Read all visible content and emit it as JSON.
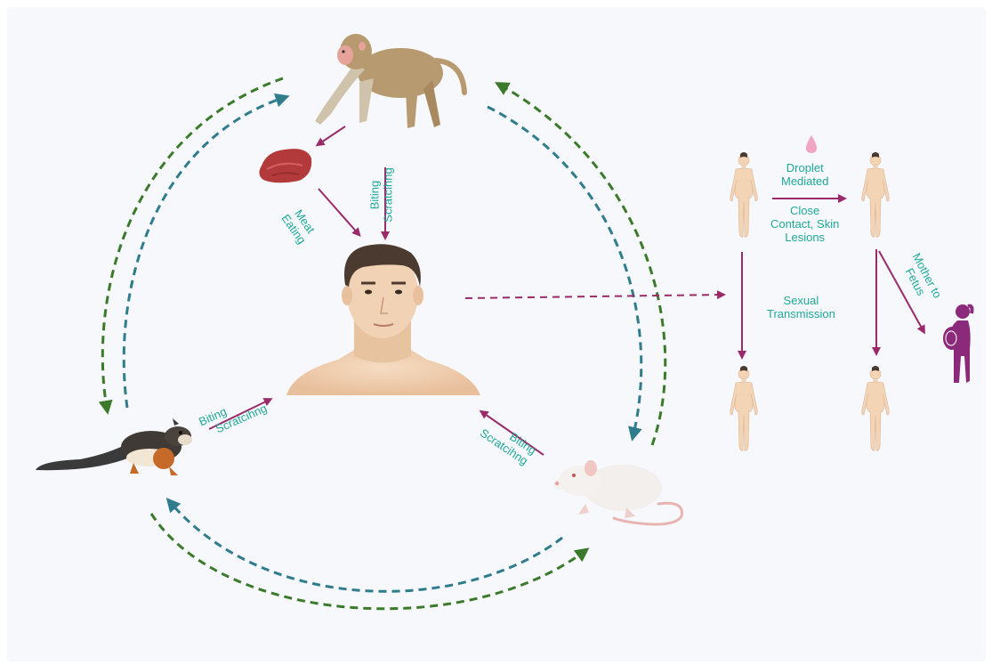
{
  "labels": {
    "monkey_meat": [
      "Meat",
      "Eating"
    ],
    "monkey_bite": [
      "Biting",
      "Scratcihng"
    ],
    "squirrel_bite": [
      "Biting",
      "Scratcihng"
    ],
    "rat_bite": [
      "Biting",
      "Scratcihng"
    ],
    "droplet": [
      "Droplet",
      "Mediated"
    ],
    "contact": [
      "Close",
      "Contact, Skin",
      "Lesions"
    ],
    "sexual": [
      "Sexual",
      "Transmission"
    ],
    "mother": [
      "Mother to",
      "Fetus"
    ]
  },
  "colors": {
    "label_text": "#1fa89a",
    "arrow_magenta": "#9b2a6b",
    "cycle_green": "#3b7a2a",
    "cycle_blue": "#2f7c8c",
    "skin": "#f3d4b5",
    "pregnant": "#8b2a7a"
  }
}
